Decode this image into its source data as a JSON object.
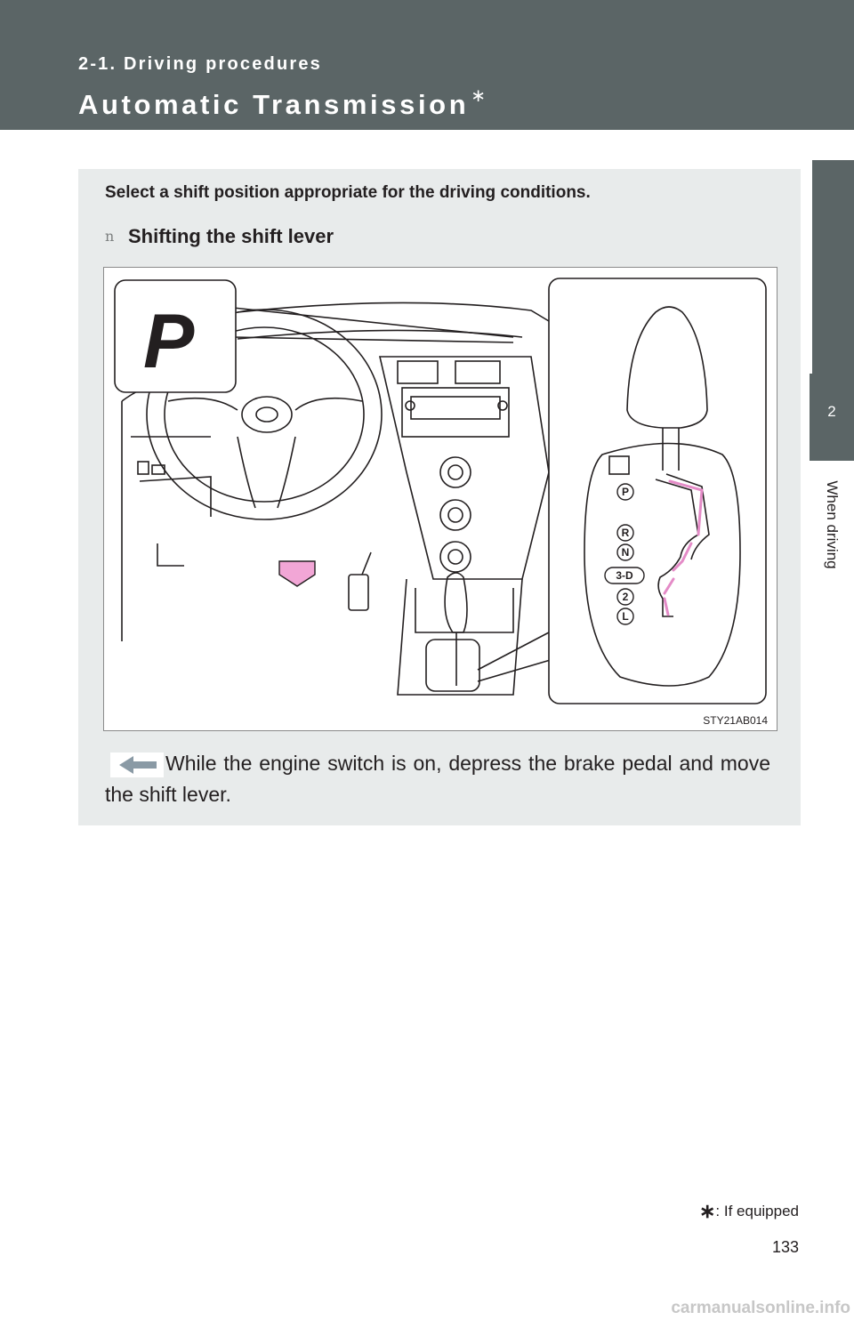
{
  "header": {
    "section": "2-1. Driving procedures",
    "title": "Automatic Transmission",
    "title_mark": "∗"
  },
  "side_tab": {
    "number": "2",
    "label": "When driving"
  },
  "panel": {
    "intro": "Select a shift position appropriate for the driving conditions.",
    "bullet": "n",
    "subheading": "Shifting the shift lever",
    "figure": {
      "code": "STY21AB014",
      "indicator_letter": "P",
      "gate_positions": [
        "P",
        "R",
        "N",
        "3-D",
        "2",
        "L"
      ]
    },
    "description": "While the engine switch is on, depress the brake pedal and move the shift lever."
  },
  "footnote": {
    "mark": "∗",
    "text": ": If equipped"
  },
  "page_number": "133",
  "watermark": "carmanualsonline.info",
  "colors": {
    "header_bg": "#5b6566",
    "panel_bg": "#e8ebeb",
    "arrow_pink": "#f2a6d6"
  }
}
